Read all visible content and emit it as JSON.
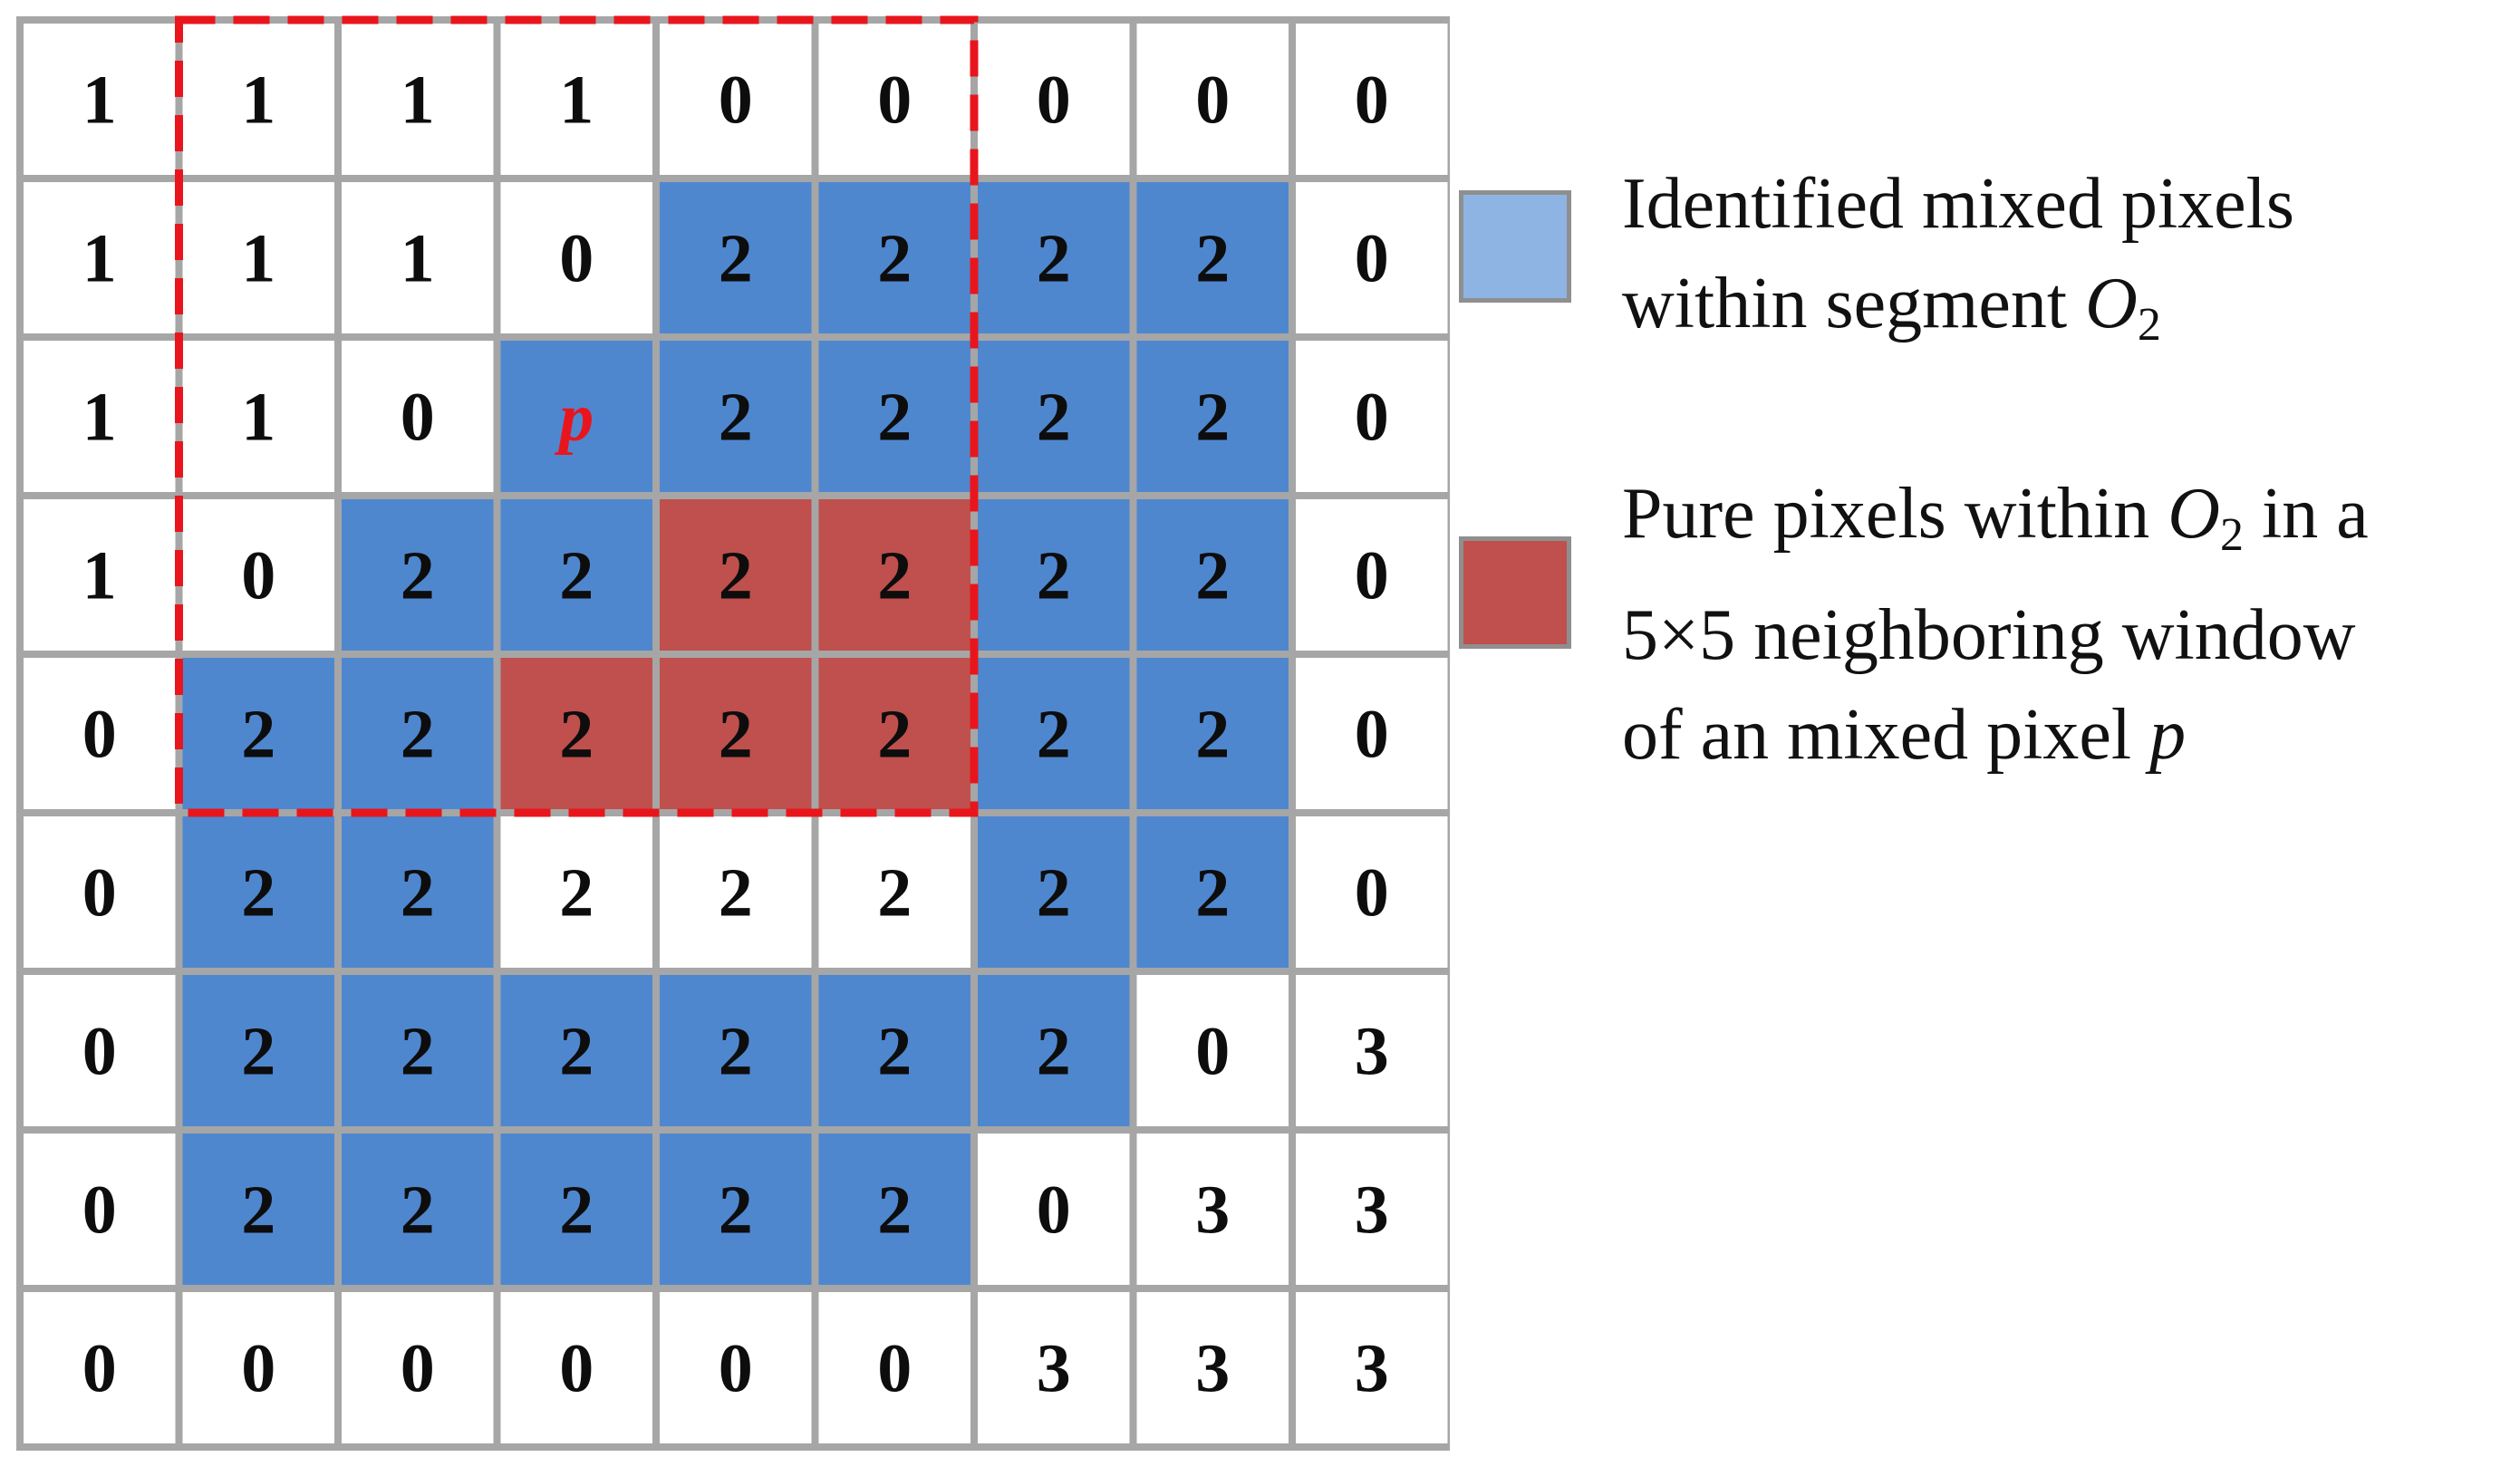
{
  "grid": {
    "rows": [
      [
        "1",
        "1",
        "1",
        "1",
        "0",
        "0",
        "0",
        "0",
        "0"
      ],
      [
        "1",
        "1",
        "1",
        "0",
        "2",
        "2",
        "2",
        "2",
        "0"
      ],
      [
        "1",
        "1",
        "0",
        "p",
        "2",
        "2",
        "2",
        "2",
        "0"
      ],
      [
        "1",
        "0",
        "2",
        "2",
        "2",
        "2",
        "2",
        "2",
        "0"
      ],
      [
        "0",
        "2",
        "2",
        "2",
        "2",
        "2",
        "2",
        "2",
        "0"
      ],
      [
        "0",
        "2",
        "2",
        "2",
        "2",
        "2",
        "2",
        "2",
        "0"
      ],
      [
        "0",
        "2",
        "2",
        "2",
        "2",
        "2",
        "2",
        "0",
        "3"
      ],
      [
        "0",
        "2",
        "2",
        "2",
        "2",
        "2",
        "0",
        "3",
        "3"
      ],
      [
        "0",
        "0",
        "0",
        "0",
        "0",
        "0",
        "3",
        "3",
        "3"
      ]
    ],
    "cell_types": [
      [
        "w",
        "w",
        "w",
        "w",
        "w",
        "w",
        "w",
        "w",
        "w"
      ],
      [
        "w",
        "w",
        "w",
        "w",
        "b",
        "b",
        "b",
        "b",
        "w"
      ],
      [
        "w",
        "w",
        "w",
        "b",
        "b",
        "b",
        "b",
        "b",
        "w"
      ],
      [
        "w",
        "w",
        "b",
        "b",
        "r",
        "r",
        "b",
        "b",
        "w"
      ],
      [
        "w",
        "b",
        "b",
        "r",
        "r",
        "r",
        "b",
        "b",
        "w"
      ],
      [
        "w",
        "b",
        "b",
        "w",
        "w",
        "w",
        "b",
        "b",
        "w"
      ],
      [
        "w",
        "b",
        "b",
        "b",
        "b",
        "b",
        "b",
        "w",
        "w"
      ],
      [
        "w",
        "b",
        "b",
        "b",
        "b",
        "b",
        "w",
        "w",
        "w"
      ],
      [
        "w",
        "w",
        "w",
        "w",
        "w",
        "w",
        "w",
        "w",
        "w"
      ]
    ],
    "window": {
      "row_start": 0,
      "col_start": 1,
      "rows": 5,
      "cols": 5
    },
    "colors": {
      "mixed": "#4f87cf",
      "pure": "#c0504d",
      "empty": "#ffffff",
      "gridline": "#a6a6a6",
      "window_border": "#e8161c",
      "text": "#0d0d0d",
      "p_text": "#e8161c"
    }
  },
  "legend": {
    "mixed": {
      "swatch_color": "#8eb4e3",
      "line1": "Identified mixed pixels",
      "line2_prefix": "within segment ",
      "line2_var": "O",
      "line2_sub": "2"
    },
    "pure": {
      "swatch_color": "#c0504d",
      "line1_prefix": "Pure pixels within ",
      "line1_var": "O",
      "line1_sub": "2",
      "line1_suffix": " in a",
      "line2": "5×5 neighboring window",
      "line3_prefix": "of an mixed pixel ",
      "line3_var": "p"
    }
  }
}
